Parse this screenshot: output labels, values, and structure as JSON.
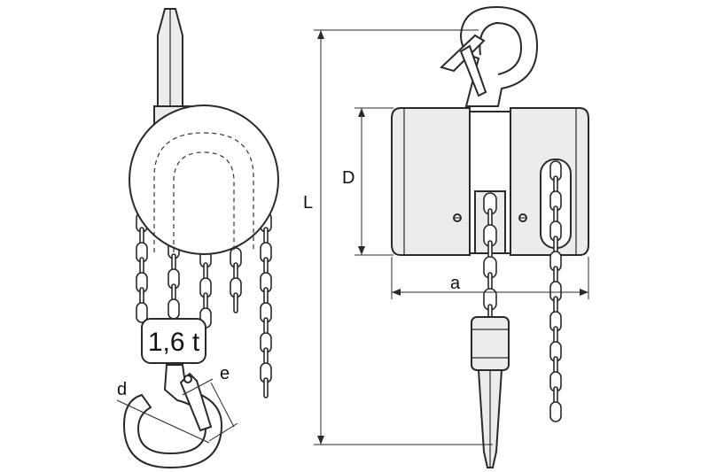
{
  "capacity_label": "1,6 t",
  "dimensions": {
    "L": "L",
    "D": "D",
    "a": "a",
    "d": "d",
    "e": "e"
  }
}
